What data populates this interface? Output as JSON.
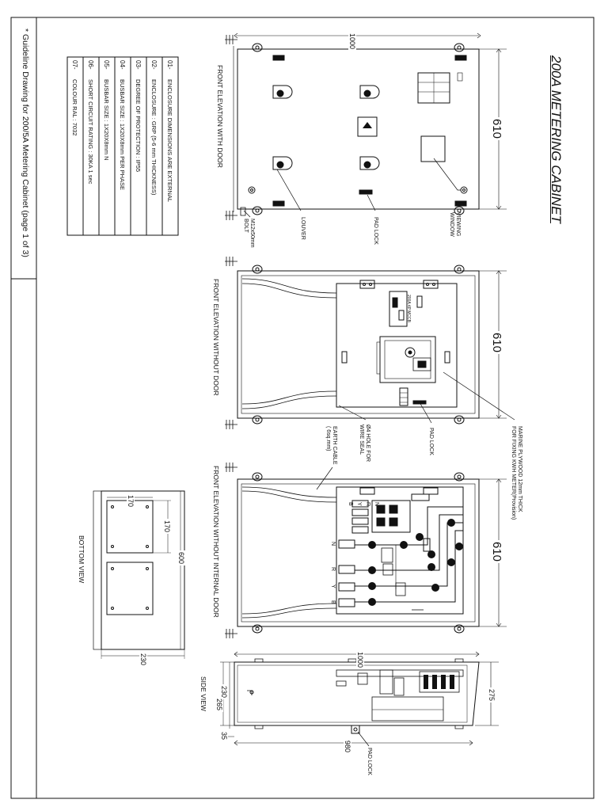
{
  "title": "200A METERING CABINET",
  "footnote": "* Guideline Drawing for 200/5A Metering Cabinet (page 1 of 3)",
  "notes": [
    {
      "no": "01-",
      "text": "ENCLOSURE DIMENSIONS ARE EXTERNAL"
    },
    {
      "no": "02-",
      "text": "ENCLOSURE : GRP (5-6 mm THICKNESS)"
    },
    {
      "no": "03-",
      "text": "DEGREE OF PROTECTION : IP55"
    },
    {
      "no": "04-",
      "text": "BUSBAR SIZE : 1X20X8mm PER PHASE"
    },
    {
      "no": "05-",
      "text": "BUSBAR SIZE : 1X20X8mm N"
    },
    {
      "no": "06-",
      "text": "SHORT CIRCUIT RATING : 30KA 1 sec"
    },
    {
      "no": "07-",
      "text": "COLOUR RAL : 7032"
    }
  ],
  "views": {
    "front_with_door": "FRONT ELEVATION WITH DOOR",
    "front_without_door": "FRONT ELEVATION WITHOUT DOOR",
    "front_without_internal_door": "FRONT ELEVATION WITHOUT INTERNAL DOOR",
    "bottom": "BOTTOM VIEW",
    "side": "SIDE VIEW"
  },
  "dimensions": {
    "height": "1000",
    "width": "610",
    "side_height": "1000",
    "side_depth": "275",
    "side_base": "980",
    "side_a": "230",
    "side_b": "265",
    "side_c": "35",
    "bottom_170a": "170",
    "bottom_170b": "170",
    "bottom_600": "600",
    "bottom_230": "230"
  },
  "callouts": {
    "viewing_window": "VIEWING\nWINDOW",
    "pad_lock": "PAD LOCK",
    "louver": "LOUVER",
    "bolt": "M12x50mm\nBOLT",
    "pad_lock_2": "PAD LOCK",
    "marine_plywood": "MARINE PLYWOOD 12mm THICK\nFOR FIXING KWH METER(Provision)",
    "hole_wire_seal": "Ø4 HOLE FOR\nWIRE SEAL",
    "earth_cable": "EARTH CABLE\n( 6sq.mm)",
    "pad_lock_side": "PAD LOCK",
    "mccb": "200A 4P MCCB"
  },
  "phase_letters_top": [
    "B",
    "Y",
    "R",
    "N"
  ],
  "phase_letters_bottom": [
    "N",
    "R",
    "Y",
    "B"
  ]
}
